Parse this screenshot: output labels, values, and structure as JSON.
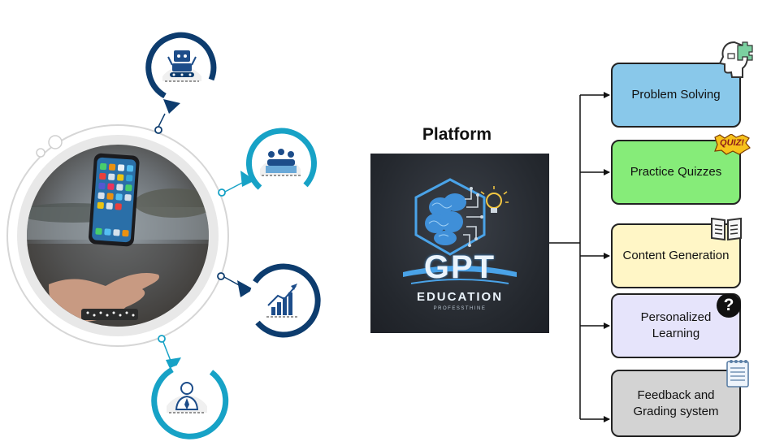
{
  "platform": {
    "title": "Platform",
    "logo": {
      "line1": "GPT",
      "line2": "EDUCATION",
      "line3": "PROFESSTHINE"
    }
  },
  "features": [
    {
      "label": "Problem Solving",
      "color": "#89c8ea",
      "icon": "puzzle-head-icon"
    },
    {
      "label": "Practice Quizzes",
      "color": "#86ec79",
      "icon": "quiz-badge-icon",
      "badge": "QUIZ!"
    },
    {
      "label": "Content Generation",
      "color": "#fff6c6",
      "icon": "open-book-icon"
    },
    {
      "label": "Personalized\nLearning",
      "color": "#e6e4fb",
      "icon": "question-mark-icon",
      "badge": "?"
    },
    {
      "label": "Feedback and\nGrading system",
      "color": "#d3d3d3",
      "icon": "notepad-icon"
    }
  ],
  "left_panel": {
    "icons": [
      "robot-icon",
      "audience-icon",
      "growth-chart-icon",
      "person-icon"
    ],
    "colors": {
      "navy": "#0d3c6e",
      "teal": "#17a2c6"
    }
  }
}
